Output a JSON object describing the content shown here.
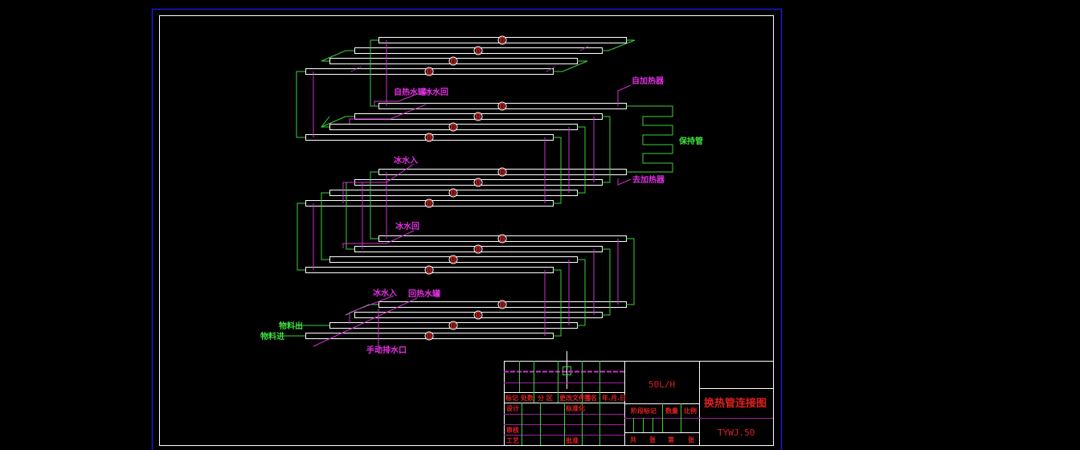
{
  "colors": {
    "background": "#000000",
    "outer_frame": "#1a1ad8",
    "inner_frame": "#ffffff",
    "tube": "#ffffff",
    "green_pipe": "#3ed03e",
    "magenta_pipe": "#d030d0",
    "valve_fill": "#7a1010",
    "label_magenta": "#e030e0",
    "label_green": "#40e040",
    "title_text": "#e02020"
  },
  "labels": {
    "top_hot_water_tank": "自热水罐",
    "top_cold_water_return": "冰水回",
    "auto_heater_in": "自加热器",
    "holding_tube": "保持管",
    "to_heater": "去加热器",
    "cold_water_in_1": "冰水入",
    "cold_water_return_2": "冰水回",
    "cold_water_in_2": "冰水入",
    "return_hot_water_tank": "回热水罐",
    "material_out": "物料出",
    "material_in": "物料进",
    "manual_drain": "手动排水口"
  },
  "title_block": {
    "capacity": "50L/H",
    "drawing_title": "换热管连接图",
    "drawing_number": "TYWJ.50",
    "revision_headers": [
      "标记",
      "处数",
      "分 区",
      "更改文件号",
      "签名",
      "年.月.日"
    ],
    "design_label": "设计",
    "standardization_label": "标准化",
    "review_label": "审核",
    "process_label": "工艺",
    "approve_label": "批准",
    "stage_mark_label": "阶段标记",
    "quantity_label": "数量",
    "scale_label": "比例",
    "sheet_total_label": "共",
    "sheet_label1": "张",
    "sheet_no_label": "第",
    "sheet_label2": "张"
  }
}
